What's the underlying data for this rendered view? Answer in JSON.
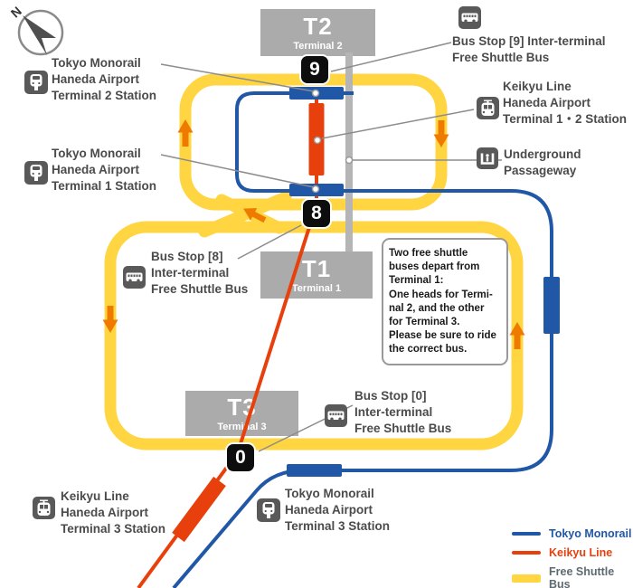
{
  "compass": {
    "north_label": "N"
  },
  "terminals": {
    "t2": {
      "code": "T2",
      "name": "Terminal 2"
    },
    "t1": {
      "code": "T1",
      "name": "Terminal 1"
    },
    "t3": {
      "code": "T3",
      "name": "Terminal 3"
    }
  },
  "bus_stops": {
    "stop9": {
      "number": "9"
    },
    "stop8": {
      "number": "8"
    },
    "stop0": {
      "number": "0"
    }
  },
  "station_labels": {
    "monorail_t2": "Tokyo Monorail\nHaneda Airport\nTerminal 2 Station",
    "monorail_t1": "Tokyo Monorail\nHaneda Airport\nTerminal 1 Station",
    "monorail_t3": "Tokyo Monorail\nHaneda Airport\nTerminal 3 Station",
    "keikyu_t12": "Keikyu Line\nHaneda Airport\nTerminal 1・2 Station",
    "keikyu_t3": "Keikyu Line\nHaneda Airport\nTerminal 3 Station",
    "underground": "Underground\nPassageway",
    "bus_stop9": "Bus Stop [9] Inter-terminal\nFree Shuttle Bus",
    "bus_stop8": "Bus Stop [8]\nInter-terminal\nFree Shuttle Bus",
    "bus_stop0": "Bus Stop [0]\nInter-terminal\nFree Shuttle Bus"
  },
  "note": {
    "text": "Two free shuttle\nbuses depart from\nTerminal 1:\nOne heads for Termi-\nnal 2, and the other\nfor Terminal 3.\nPlease be sure to ride\nthe correct bus."
  },
  "legend": {
    "items": [
      {
        "label": "Tokyo Monorail",
        "color": "#2157A7",
        "style": "line"
      },
      {
        "label": "Keikyu Line",
        "color": "#E8400C",
        "style": "line"
      },
      {
        "label": "Free Shuttle Bus",
        "color": "#FFD541",
        "style": "thick"
      }
    ]
  },
  "colors": {
    "shuttle_yellow": "#FFD541",
    "arrow_orange": "#EE7A00",
    "monorail_blue": "#2157A7",
    "keikyu_red": "#E8400C",
    "passageway_gray": "#B5B5B5",
    "terminal_box_gray": "#ABABAB",
    "badge_black": "#0D0D0D"
  }
}
